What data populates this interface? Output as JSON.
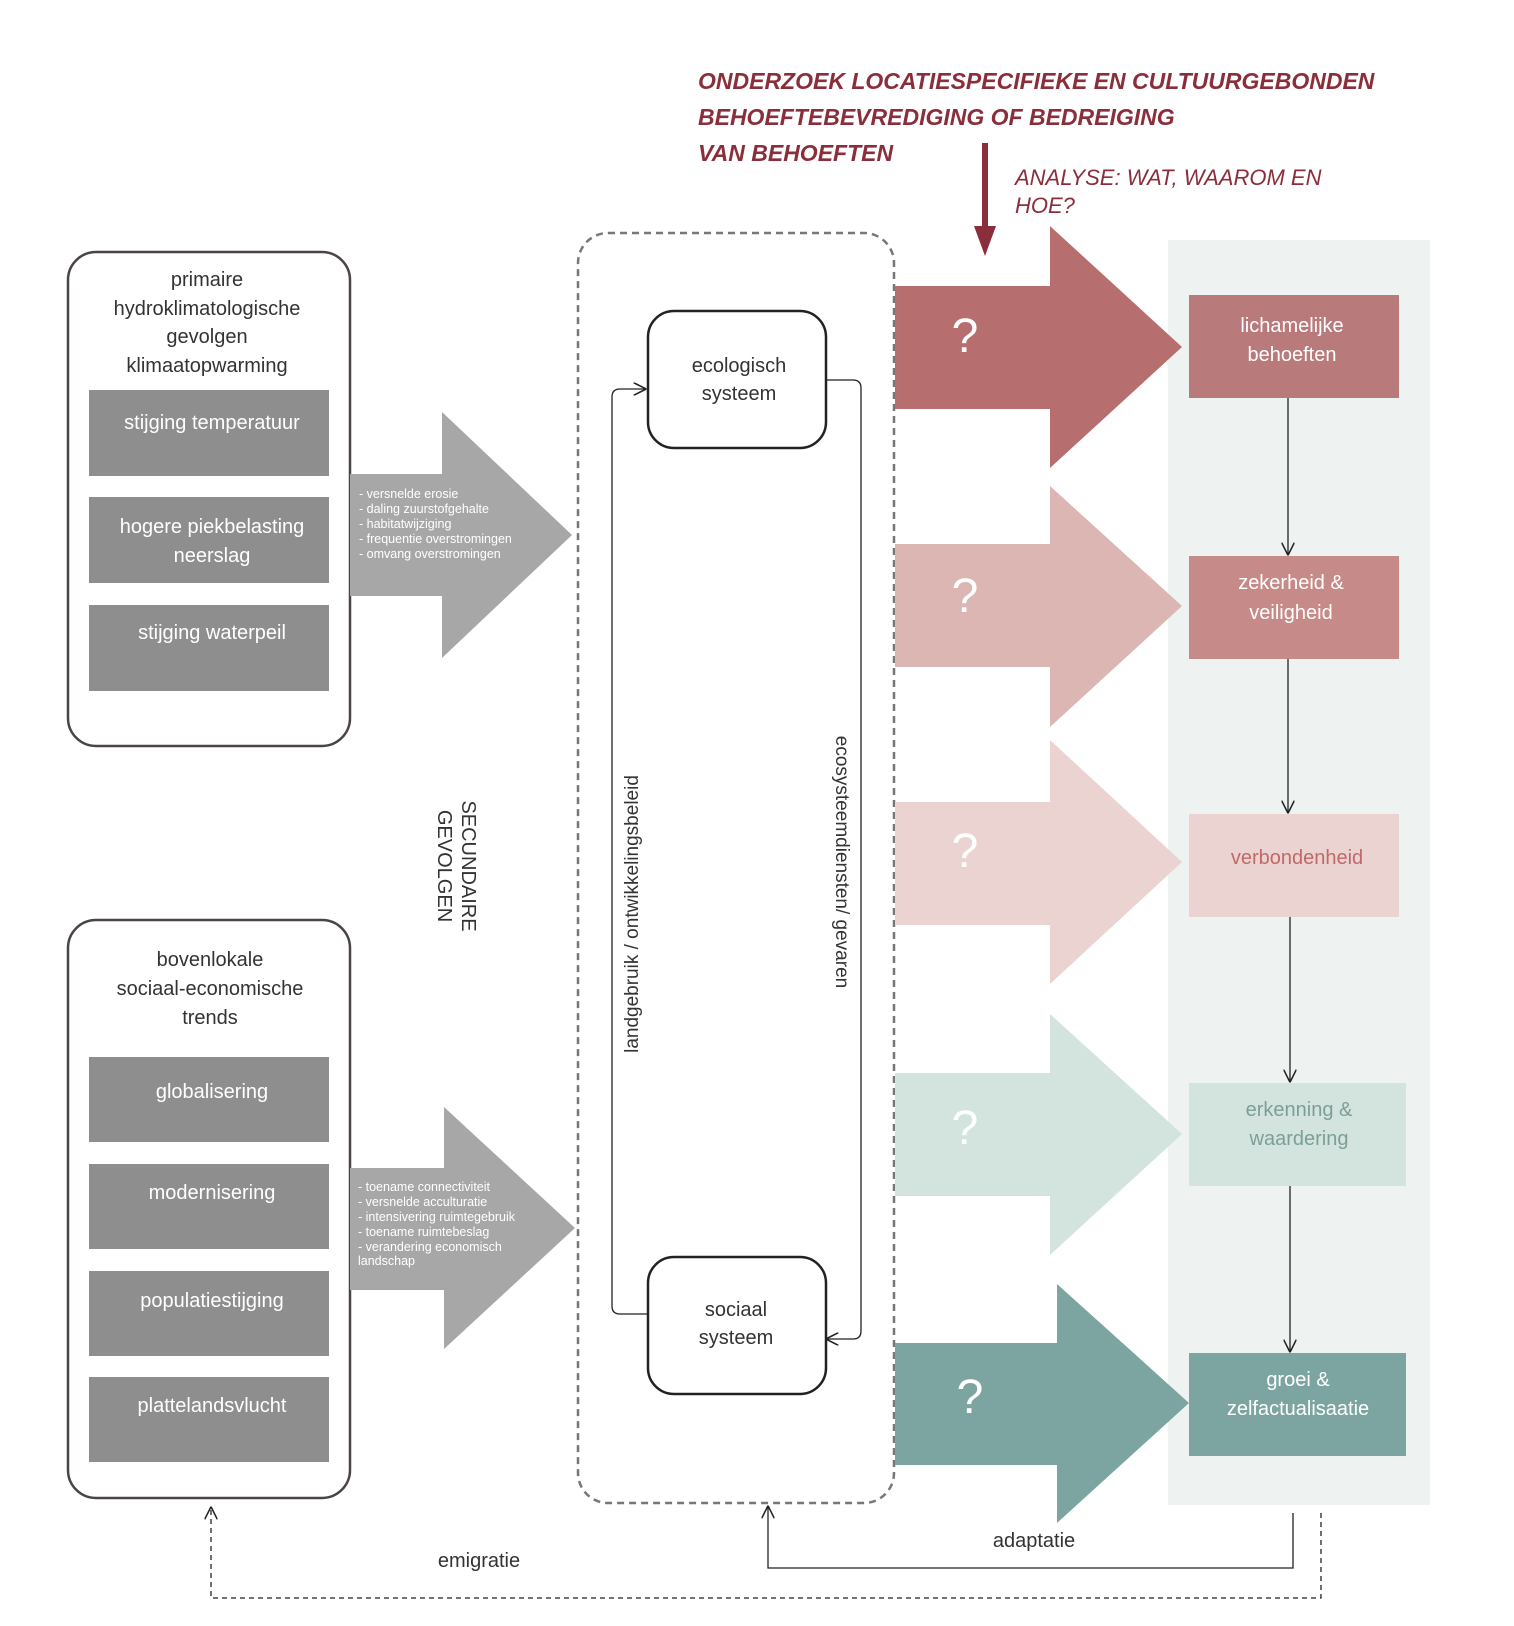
{
  "header": {
    "title_lines": [
      "ONDERZOEK LOCATIESPECIFIEKE EN CULTUURGEBONDEN",
      "BEHOEFTEBEVREDIGING OF BEDREIGING",
      "VAN BEHOEFTEN"
    ],
    "analysis_lines": [
      "ANALYSE: WAT, WAAROM EN",
      "HOE?"
    ],
    "title_color": "#8a2e3b"
  },
  "primary_box": {
    "heading_lines": [
      "primaire",
      "hydroklimatologische",
      "gevolgen",
      "klimaatopwarming"
    ],
    "items": [
      [
        "stijging temperatuur"
      ],
      [
        "hogere piekbelasting",
        "neerslag"
      ],
      [
        "stijging waterpeil"
      ]
    ]
  },
  "primary_arrow_bullets": [
    "- versnelde erosie",
    "- daling zuurstofgehalte",
    "- habitatwijziging",
    "- frequentie overstromingen",
    "- omvang overstromingen"
  ],
  "secondary_label_lines": [
    "SECUNDAIRE",
    "GEVOLGEN"
  ],
  "trends_box": {
    "heading_lines": [
      "bovenlokale",
      "sociaal-economische",
      "trends"
    ],
    "items": [
      [
        "globalisering"
      ],
      [
        "modernisering"
      ],
      [
        "populatiestijging"
      ],
      [
        "plattelandsvlucht"
      ]
    ]
  },
  "trends_arrow_bullets": [
    "- toename connectiviteit",
    "- versnelde acculturatie",
    "- intensivering ruimtegebruik",
    "- toename ruimtebeslag",
    "- verandering economisch",
    "landschap"
  ],
  "systems": {
    "ecological_lines": [
      "ecologisch",
      "systeem"
    ],
    "social_lines": [
      "sociaal",
      "systeem"
    ],
    "left_flow_label": "landgebruik / ontwikkelingsbeleid",
    "right_flow_label": "ecosysteemdiensten/ gevaren"
  },
  "needs": [
    {
      "lines": [
        "lichamelijke",
        "behoeften"
      ],
      "question": "?",
      "arrow_color": "#b76e6f",
      "box_color": "#b87a7b",
      "text_color": "#ffffff"
    },
    {
      "lines": [
        "zekerheid &",
        "veiligheid"
      ],
      "question": "?",
      "arrow_color": "#dbb6b3",
      "box_color": "#c68b89",
      "text_color": "#ffffff"
    },
    {
      "lines": [
        "verbondenheid"
      ],
      "question": "?",
      "arrow_color": "#ead3d1",
      "box_color": "#ead3d1",
      "text_color": "#c0696a"
    },
    {
      "lines": [
        "erkenning &",
        "waardering"
      ],
      "question": "?",
      "arrow_color": "#d3e4de",
      "box_color": "#d3e4de",
      "text_color": "#7d9e98"
    },
    {
      "lines": [
        "groei &",
        "zelfactualisaatie"
      ],
      "question": "?",
      "arrow_color": "#7ca5a1",
      "box_color": "#7ca5a1",
      "text_color": "#ffffff"
    }
  ],
  "bottom": {
    "adaptation_label": "adaptatie",
    "emigration_label": "emigratie"
  },
  "colors": {
    "grey_box": "#8e8e8e",
    "grey_arrow": "#a8a7a7",
    "needs_panel": "#eef3f1",
    "outline": "#4a4444"
  }
}
